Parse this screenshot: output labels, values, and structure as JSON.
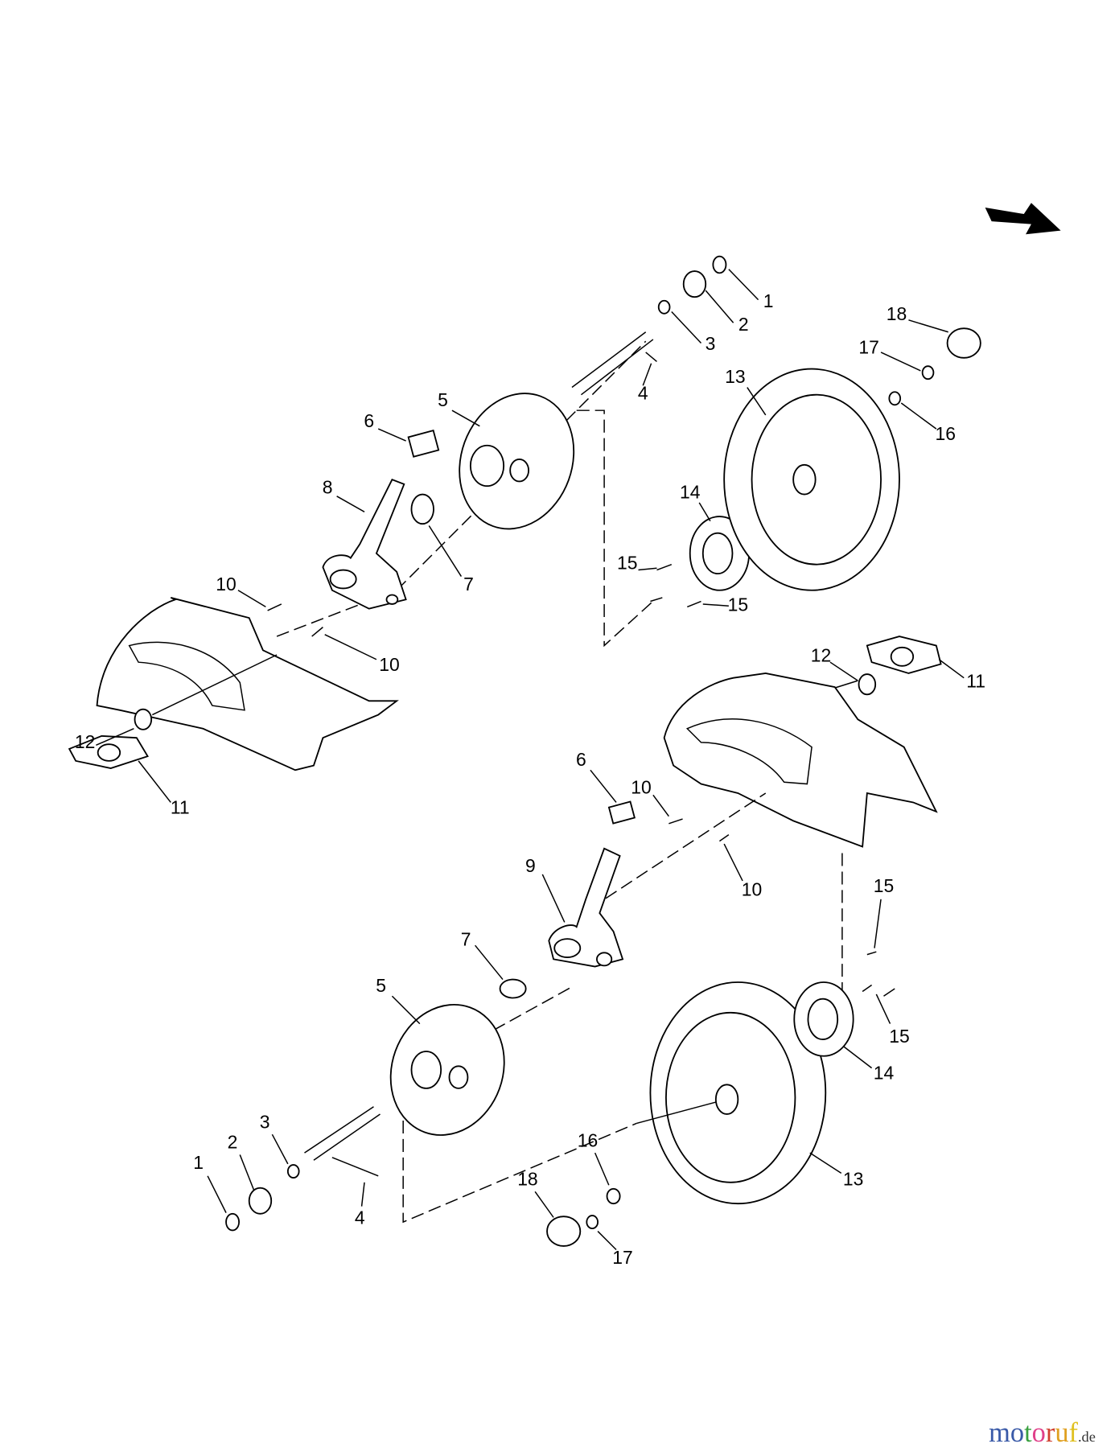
{
  "diagram": {
    "title": "Exploded parts diagram - drive wheels and axle assembly",
    "callouts_upper": [
      "1",
      "2",
      "3",
      "4",
      "5",
      "6",
      "7",
      "8",
      "10",
      "10",
      "11",
      "12",
      "13",
      "14",
      "15",
      "15",
      "16",
      "17",
      "18",
      "11",
      "12"
    ],
    "callouts_lower": [
      "6",
      "10",
      "10",
      "9",
      "7",
      "5",
      "15",
      "15",
      "14",
      "13",
      "16",
      "18",
      "17",
      "1",
      "2",
      "3",
      "4"
    ]
  },
  "watermark": {
    "brand": [
      "m",
      "o",
      "t",
      "o",
      "r",
      "u",
      "f"
    ],
    "suffix": ".de",
    "colors": [
      "#3a5aa8",
      "#3a5aa8",
      "#3aa040",
      "#e0408a",
      "#d04030",
      "#e0a020",
      "#e0c020"
    ]
  },
  "icons": {
    "direction": "arrow-right-down-icon"
  }
}
